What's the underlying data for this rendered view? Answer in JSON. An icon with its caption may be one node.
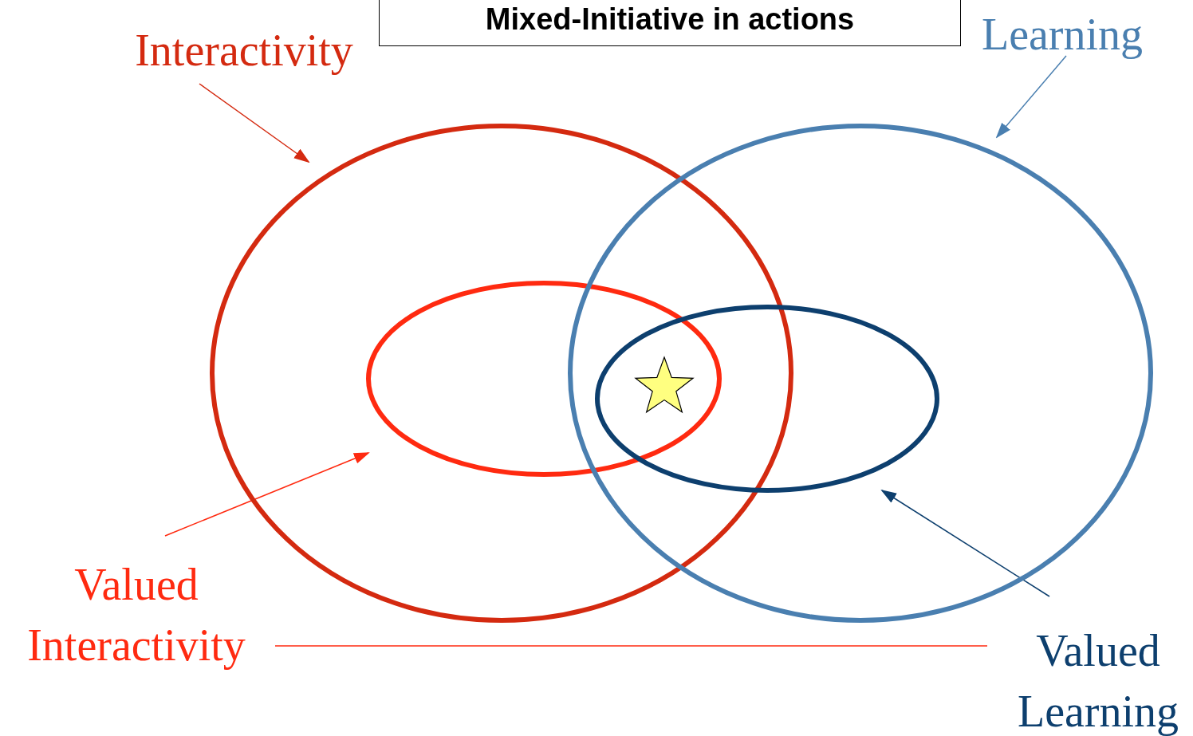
{
  "diagram": {
    "title": "Mixed-Initiative in actions",
    "nodes": [
      {
        "text": [
          "Interactivity"
        ]
      },
      {
        "text": [],
        "shape": "ellipse"
      },
      {
        "text": [
          "Learning"
        ]
      },
      {
        "text": [],
        "shape": "ellipse"
      },
      {
        "text": [],
        "shape": "ellipse",
        "in": 1
      },
      {
        "text": [],
        "shape": "ellipse",
        "in": 3
      },
      {
        "text": [],
        "shape": "star"
      },
      {
        "text": [
          "Valued Interactivity"
        ]
      },
      {
        "text": [
          "Valued Learning"
        ]
      }
    ],
    "edges": [
      {
        "from": 0,
        "to": 1,
        "arrow": "to",
        "color": "#d42a10"
      },
      {
        "from": 2,
        "to": 3,
        "arrow": "to",
        "color": "#4a7fb0"
      },
      {
        "from": 7,
        "to": 4,
        "arrow": "to",
        "color": "#ff2a10"
      },
      {
        "from": 8,
        "to": 5,
        "arrow": "to",
        "color": "#0d3f6e"
      },
      {
        "from": 7,
        "to": 8,
        "arrow": "none",
        "color": "#ff2a10"
      }
    ]
  }
}
